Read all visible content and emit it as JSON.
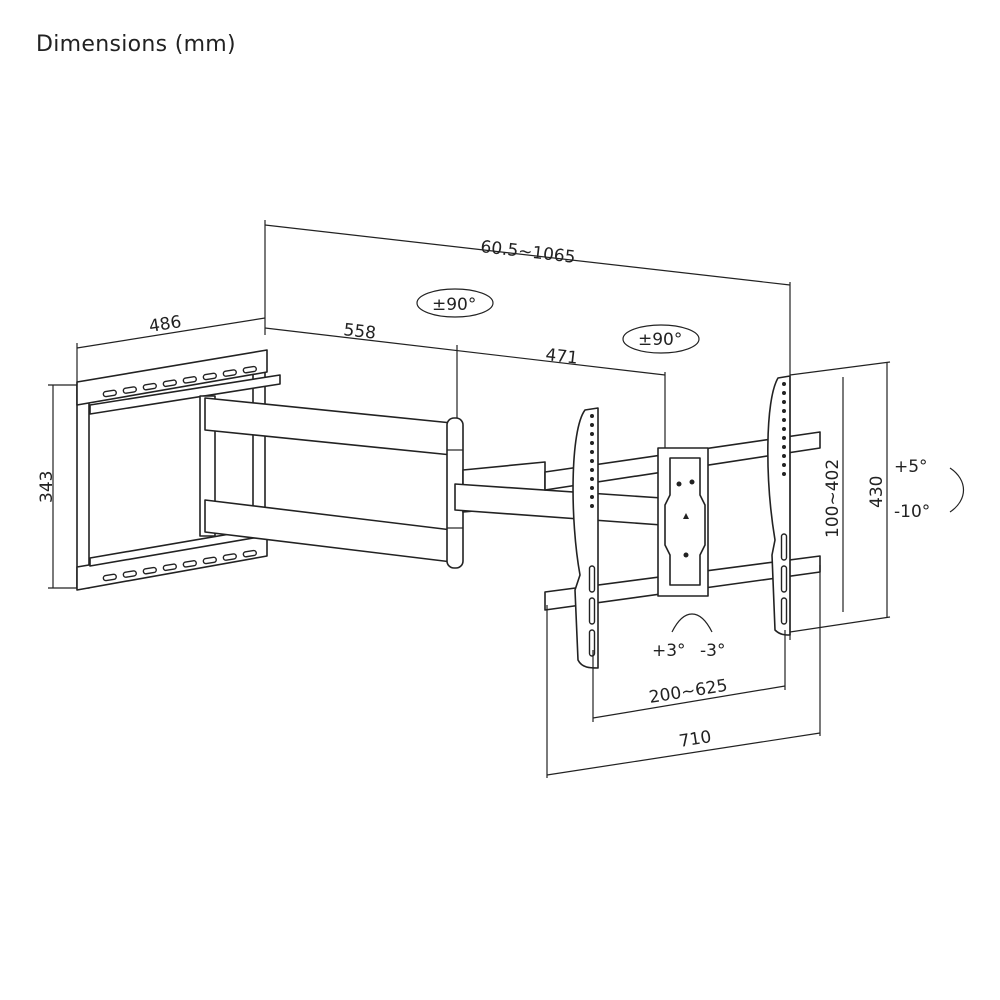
{
  "title": "Dimensions (mm)",
  "dimensions": {
    "total_extension": "60.5~1065",
    "wall_plate_width": "486",
    "first_arm": "558",
    "second_arm": "471",
    "wall_plate_height": "343",
    "bracket_height": "430",
    "vesa_vertical": "100~402",
    "vesa_horizontal": "200~625",
    "bracket_width": "710"
  },
  "rotations": {
    "swivel_1": "±90°",
    "swivel_2": "±90°",
    "tilt_up": "+5°",
    "tilt_down": "-10°",
    "level_plus": "+3°",
    "level_minus": "-3°"
  }
}
